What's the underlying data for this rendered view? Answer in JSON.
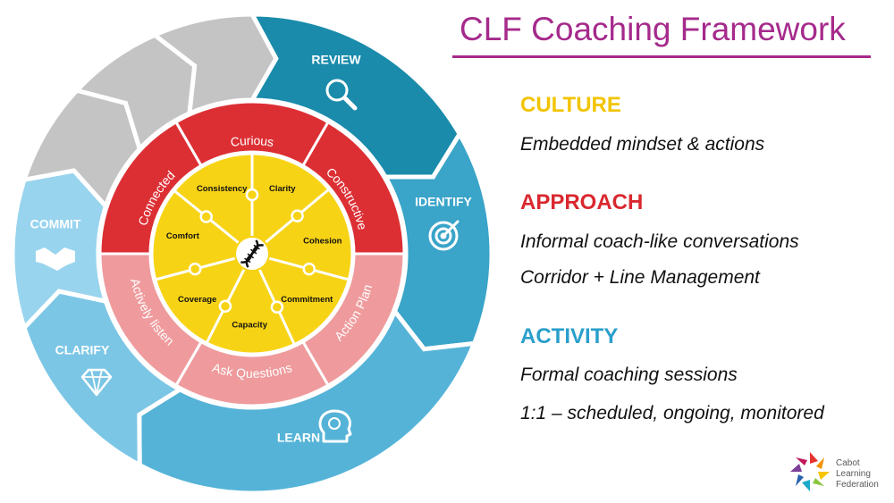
{
  "title": "CLF Coaching  Framework",
  "cycle": [
    {
      "label": "REVIEW",
      "icon": "magnifier-icon",
      "color": "#1a8bab"
    },
    {
      "label": "IDENTIFY",
      "icon": "target-icon",
      "color": "#3aa4c9"
    },
    {
      "label": "LEARN",
      "icon": "brain-icon",
      "color": "#55b3d7"
    },
    {
      "label": "CLARIFY",
      "icon": "diamond-icon",
      "color": "#7cc6e5"
    },
    {
      "label": "COMMIT",
      "icon": "handshake-icon",
      "color": "#98d4ee"
    }
  ],
  "middle_ring": {
    "top": [
      "Connected",
      "Curious",
      "Constructive"
    ],
    "bottom": [
      "Action Plan",
      "Ask Questions",
      "Actively listen"
    ]
  },
  "inner_core": [
    "Consistency",
    "Clarity",
    "Cohesion",
    "Commitment",
    "Capacity",
    "Coverage",
    "Comfort"
  ],
  "center_icon": "dna-icon",
  "sections": [
    {
      "heading": "CULTURE",
      "color": "#f2c400",
      "lines": [
        "Embedded mindset & actions"
      ]
    },
    {
      "heading": "APPROACH",
      "color": "#d9282f",
      "lines": [
        "Informal coach-like conversations",
        "Corridor + Line Management"
      ]
    },
    {
      "heading": "ACTIVITY",
      "color": "#2a9fcb",
      "lines": [
        "Formal coaching sessions",
        "1:1 – scheduled, ongoing, monitored"
      ]
    }
  ],
  "logo": {
    "lines": [
      "Cabot",
      "Learning",
      "Federation"
    ],
    "icon": "clf-logo-icon"
  }
}
